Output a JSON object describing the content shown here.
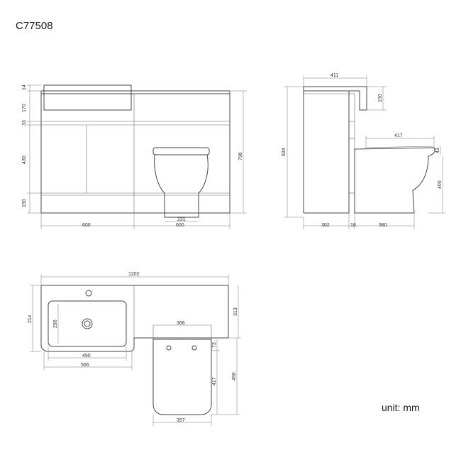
{
  "product_code": "C77508",
  "unit_label": "unit: mm",
  "front_view": {
    "dims": {
      "top_14": "14",
      "basin_170": "170",
      "gap_33": "33",
      "doors_430": "430",
      "plinth_150": "150",
      "height_796": "796",
      "width_600": "600",
      "width_600b": "600",
      "pan_231": "231"
    }
  },
  "side_view": {
    "dims": {
      "depth_411": "411",
      "cistern_150": "150",
      "height_834": "834",
      "seat_417": "417",
      "seat_43": "43",
      "pan_400": "400",
      "base_302": "302",
      "gap_18": "18",
      "pan_380": "380"
    }
  },
  "top_view": {
    "dims": {
      "total_1202": "1202",
      "depth_21x": "21x",
      "depth_313": "313",
      "bowl_296": "296",
      "bowl_490": "490",
      "basin_566": "566",
      "pan_366": "366",
      "pan_73": "73",
      "pan_417": "417",
      "pan_490": "490",
      "pan_357": "357"
    }
  }
}
